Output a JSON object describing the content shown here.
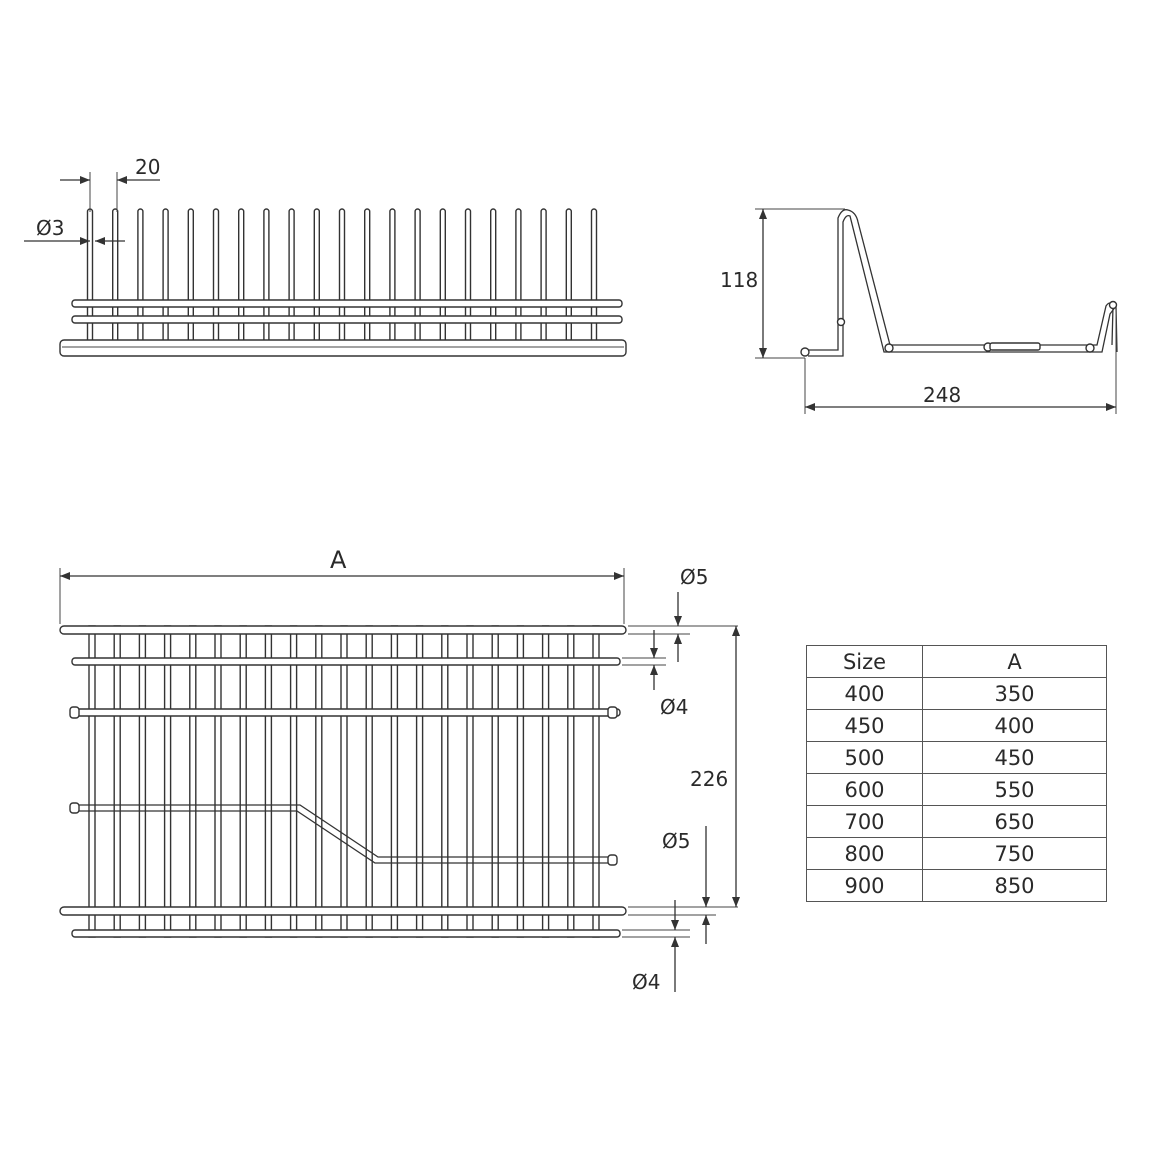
{
  "top_view": {
    "pitch_label": "20",
    "wire_diameter_label": "Ø3"
  },
  "side_view": {
    "height_label": "118",
    "depth_label": "248"
  },
  "plan_view": {
    "length_label": "A",
    "top_rail_diameter_label": "Ø5",
    "second_rail_diameter_label": "Ø4",
    "width_label": "226",
    "lower_rail_diameter_label": "Ø5",
    "bottom_rail_diameter_label": "Ø4"
  },
  "size_table": {
    "headers": [
      "Size",
      "A"
    ],
    "rows": [
      [
        "400",
        "350"
      ],
      [
        "450",
        "400"
      ],
      [
        "500",
        "450"
      ],
      [
        "600",
        "550"
      ],
      [
        "700",
        "650"
      ],
      [
        "800",
        "750"
      ],
      [
        "900",
        "850"
      ]
    ]
  }
}
